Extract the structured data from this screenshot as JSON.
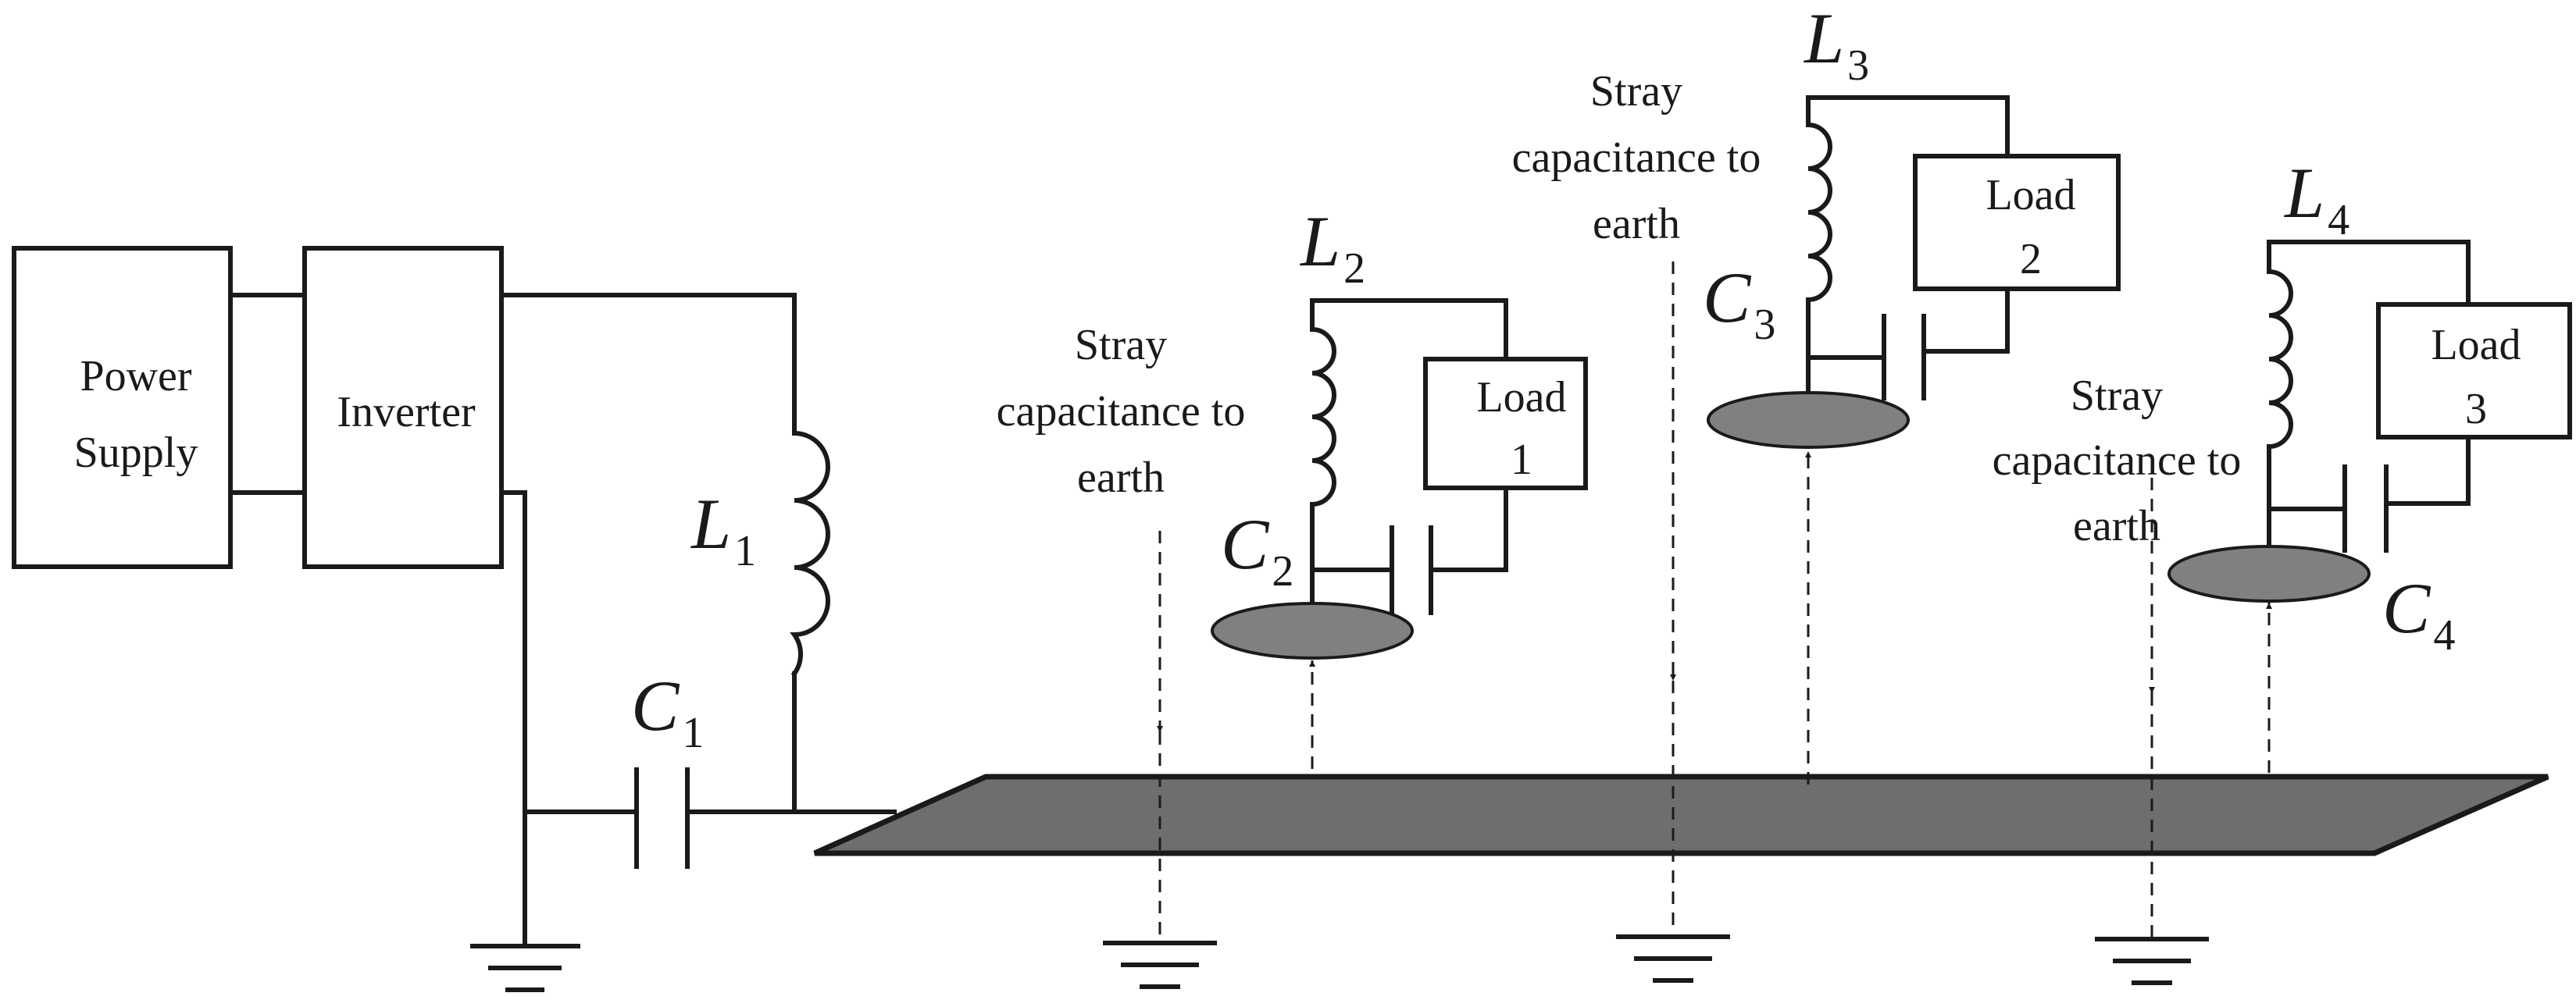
{
  "blocks": {
    "power_supply": [
      "Power",
      "Supply"
    ],
    "inverter": "Inverter",
    "load1": [
      "Load",
      "1"
    ],
    "load2": [
      "Load",
      "2"
    ],
    "load3": [
      "Load",
      "3"
    ]
  },
  "symbols": {
    "L1": {
      "letter": "L",
      "sub": "1"
    },
    "L2": {
      "letter": "L",
      "sub": "2"
    },
    "L3": {
      "letter": "L",
      "sub": "3"
    },
    "L4": {
      "letter": "L",
      "sub": "4"
    },
    "C1": {
      "letter": "C",
      "sub": "1"
    },
    "C2": {
      "letter": "C",
      "sub": "2"
    },
    "C3": {
      "letter": "C",
      "sub": "3"
    },
    "C4": {
      "letter": "C",
      "sub": "4"
    }
  },
  "stray_label": [
    "Stray",
    "capacitance to",
    "earth"
  ],
  "colors": {
    "line": "#1a1a1a",
    "plate": "#6e6e6e",
    "pad": "#808080"
  }
}
